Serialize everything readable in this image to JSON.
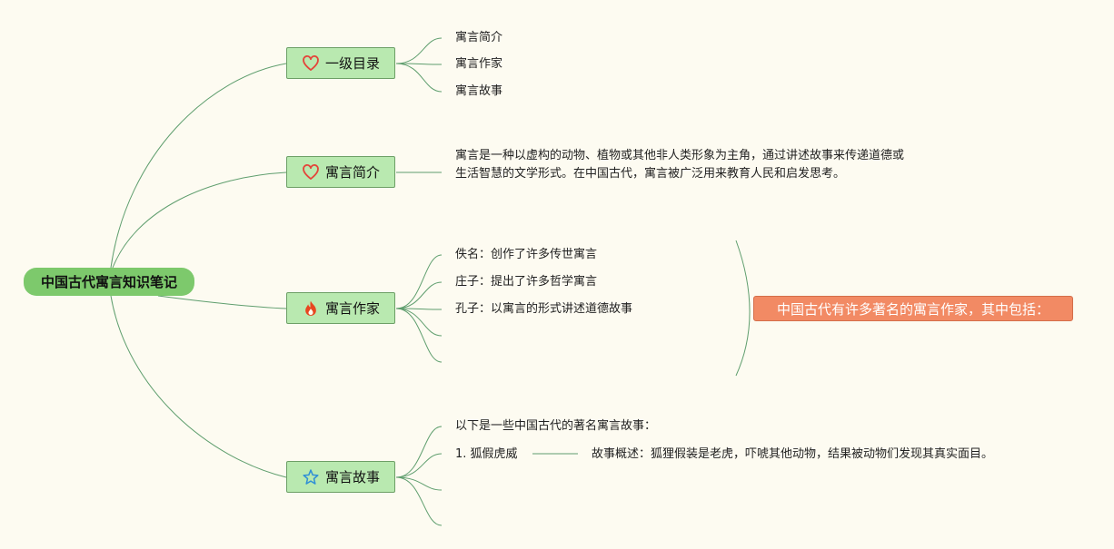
{
  "root": {
    "label": "中国古代寓言知识笔记"
  },
  "branches": [
    {
      "label": "一级目录",
      "icon": "heart-icon",
      "children": [
        "寓言简介",
        "寓言作家",
        "寓言故事"
      ]
    },
    {
      "label": "寓言简介",
      "icon": "heart-icon",
      "text": "寓言是一种以虚构的动物、植物或其他非人类形象为主角，通过讲述故事来传递道德或生活智慧的文学形式。在中国古代，寓言被广泛用来教育人民和启发思考。"
    },
    {
      "label": "寓言作家",
      "icon": "fire-icon",
      "children": [
        "佚名：创作了许多传世寓言",
        "庄子：提出了许多哲学寓言",
        "孔子：以寓言的形式讲述道德故事",
        "",
        ""
      ],
      "summary": "中国古代有许多著名的寓言作家，其中包括："
    },
    {
      "label": "寓言故事",
      "icon": "star-icon",
      "children": [
        "以下是一些中国古代的著名寓言故事：",
        "1. 狐假虎威",
        "",
        ""
      ],
      "story_detail": "故事概述：狐狸假装是老虎，吓唬其他动物，结果被动物们发现其真实面目。"
    }
  ],
  "colors": {
    "background": "#fdfbf1",
    "root_fill": "#7dc96c",
    "branch_fill": "#b9e9b0",
    "branch_border": "#6d9f66",
    "link": "#5f9e6e",
    "summary_fill": "#f28a64",
    "heart": "#e4453a",
    "fire": "#e8461f",
    "star": "#2f8fd6"
  }
}
